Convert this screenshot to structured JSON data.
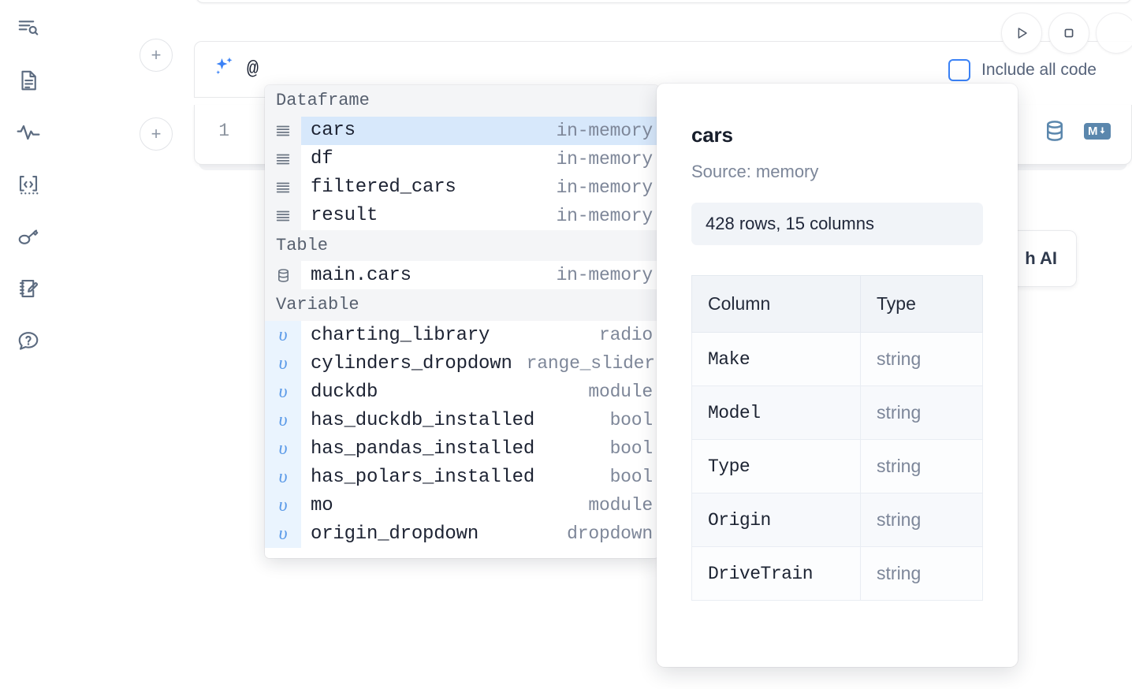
{
  "sidebar": {
    "items": [
      {
        "name": "explore-outline-icon",
        "label": "Outline"
      },
      {
        "name": "file-text-icon",
        "label": "Notebook file"
      },
      {
        "name": "activity-icon",
        "label": "Runtime activity"
      },
      {
        "name": "code-snippet-icon",
        "label": "Snippets"
      },
      {
        "name": "key-icon",
        "label": "Secrets"
      },
      {
        "name": "scratchpad-icon",
        "label": "Scratchpad"
      },
      {
        "name": "help-chat-icon",
        "label": "Help"
      }
    ]
  },
  "toolbar": {
    "run_label": "Run",
    "stop_label": "Interrupt",
    "include_all_code_label": "Include all code",
    "include_all_code_checked": false,
    "ai_chip_label": "h AI"
  },
  "prompt": {
    "value": "@",
    "placeholder": "",
    "sparkle_icon": "sparkles-icon"
  },
  "cell": {
    "line_number": "1",
    "database_icon": "database-icon",
    "markdown_icon": "markdown-icon",
    "markdown_label": "M"
  },
  "autocomplete": {
    "sections": [
      {
        "title": "Dataframe",
        "icon": "dataframe-icon",
        "gutter_kind": "df",
        "items": [
          {
            "name": "cars",
            "meta": "in-memory",
            "selected": true
          },
          {
            "name": "df",
            "meta": "in-memory",
            "selected": false
          },
          {
            "name": "filtered_cars",
            "meta": "in-memory",
            "selected": false
          },
          {
            "name": "result",
            "meta": "in-memory",
            "selected": false
          }
        ]
      },
      {
        "title": "Table",
        "icon": "database-icon",
        "gutter_kind": "table",
        "items": [
          {
            "name": "main.cars",
            "meta": "in-memory",
            "selected": false
          }
        ]
      },
      {
        "title": "Variable",
        "icon": "variable-icon",
        "gutter_kind": "var",
        "glyph": "υ",
        "items": [
          {
            "name": "charting_library",
            "meta": "radio",
            "selected": false
          },
          {
            "name": "cylinders_dropdown",
            "meta": "range_slider",
            "selected": false
          },
          {
            "name": "duckdb",
            "meta": "module",
            "selected": false
          },
          {
            "name": "has_duckdb_installed",
            "meta": "bool",
            "selected": false
          },
          {
            "name": "has_pandas_installed",
            "meta": "bool",
            "selected": false
          },
          {
            "name": "has_polars_installed",
            "meta": "bool",
            "selected": false
          },
          {
            "name": "mo",
            "meta": "module",
            "selected": false
          },
          {
            "name": "origin_dropdown",
            "meta": "dropdown",
            "selected": false
          }
        ]
      }
    ]
  },
  "preview": {
    "title": "cars",
    "source": "Source: memory",
    "stats": "428 rows, 15 columns",
    "columns_header": "Column",
    "type_header": "Type",
    "rows": [
      {
        "column": "Make",
        "type": "string"
      },
      {
        "column": "Model",
        "type": "string"
      },
      {
        "column": "Type",
        "type": "string"
      },
      {
        "column": "Origin",
        "type": "string"
      },
      {
        "column": "DriveTrain",
        "type": "string"
      }
    ]
  },
  "colors": {
    "accent_blue": "#3b82f6",
    "selected_row": "#d7e8fb",
    "section_header_bg": "#f4f5f7",
    "icon_steel": "#5b87ad",
    "rail_icon": "#5c6b80"
  }
}
